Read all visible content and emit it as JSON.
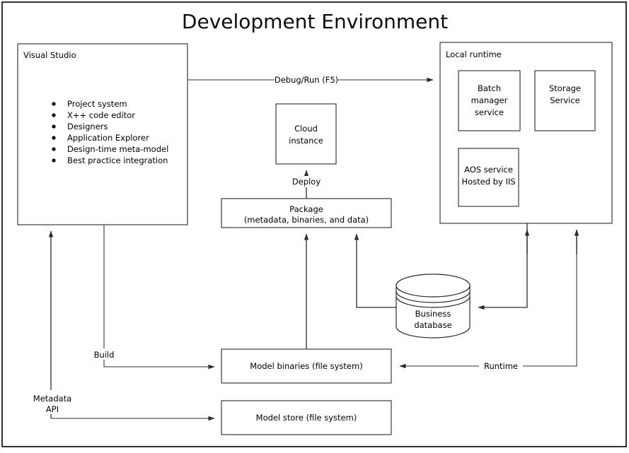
{
  "title": "Development Environment",
  "containers": {
    "visual_studio": {
      "label": "Visual Studio",
      "bullets": [
        "Project system",
        "X++ code editor",
        "Designers",
        "Application Explorer",
        "Design-time meta-model",
        "Best practice integration"
      ]
    },
    "local_runtime": {
      "label": "Local runtime",
      "services": [
        {
          "line1": "Batch",
          "line2": "manager",
          "line3": "service"
        },
        {
          "line1": "Storage",
          "line2": "Service",
          "line3": ""
        },
        {
          "line1": "AOS service",
          "line2": "Hosted by IIS",
          "line3": ""
        }
      ]
    }
  },
  "nodes": {
    "cloud_instance": {
      "line1": "Cloud",
      "line2": "instance"
    },
    "package": {
      "line1": "Package",
      "line2": "(metadata, binaries, and data)"
    },
    "business_database": {
      "line1": "Business",
      "line2": "database"
    },
    "model_binaries": {
      "line1": "Model binaries (file system)"
    },
    "model_store": {
      "line1": "Model store (file system)"
    }
  },
  "edges": {
    "debug_run": "Debug/Run (F5)",
    "deploy": "Deploy",
    "build": "Build",
    "metadata_api_line1": "Metadata",
    "metadata_api_line2": "API",
    "runtime": "Runtime"
  },
  "colors": {
    "background": "#ffffff",
    "frame": "#000000",
    "box_stroke": "#3b3b3b",
    "connector": "#595959",
    "text": "#000000"
  }
}
